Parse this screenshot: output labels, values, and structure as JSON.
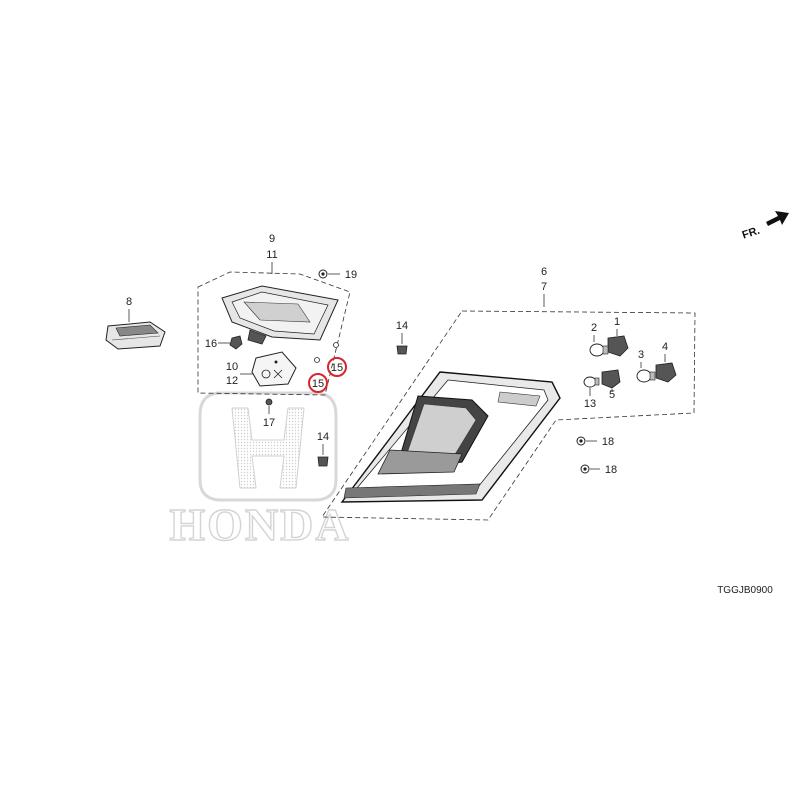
{
  "direction": {
    "label": "FR.",
    "icon": "forward-arrow-icon"
  },
  "diagram_code": "TGGJB0900",
  "watermark": {
    "text": "HONDA",
    "icon": "honda-h-logo-icon"
  },
  "highlight_color": "#d9262c",
  "callouts": {
    "c1": "1",
    "c2": "2",
    "c3": "3",
    "c4": "4",
    "c5": "5",
    "c6": "6",
    "c7": "7",
    "c8": "8",
    "c9": "9",
    "c10": "10",
    "c11": "11",
    "c12": "12",
    "c13": "13",
    "c14a": "14",
    "c14b": "14",
    "c15a": "15",
    "c15b": "15",
    "c16": "16",
    "c17": "17",
    "c18a": "18",
    "c18b": "18",
    "c19": "19"
  }
}
